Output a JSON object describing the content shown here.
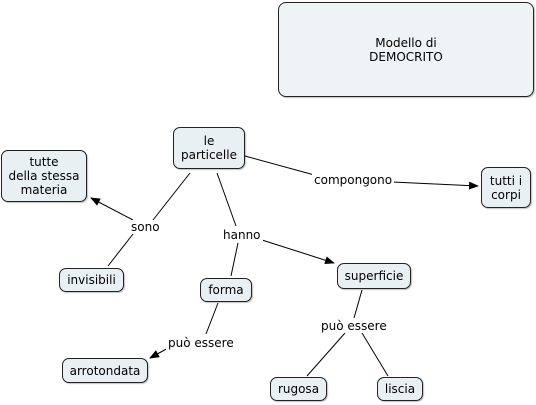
{
  "title": {
    "line1": "Modello di",
    "line2": "DEMOCRITO"
  },
  "nodes": {
    "particelle": "le\nparticelle",
    "stessa_materia": "tutte\ndella stessa\nmateria",
    "tutti_corpi": "tutti i\ncorpi",
    "invisibili": "invisibili",
    "forma": "forma",
    "superficie": "superficie",
    "arrotondata": "arrotondata",
    "rugosa": "rugosa",
    "liscia": "liscia"
  },
  "links": {
    "compongono": "compongono",
    "sono": "sono",
    "hanno": "hanno",
    "puo_essere_forma": "può essere",
    "puo_essere_superficie": "può essere"
  },
  "colors": {
    "node_fill": "#e9f0f3",
    "border": "#222222",
    "line": "#000000"
  }
}
